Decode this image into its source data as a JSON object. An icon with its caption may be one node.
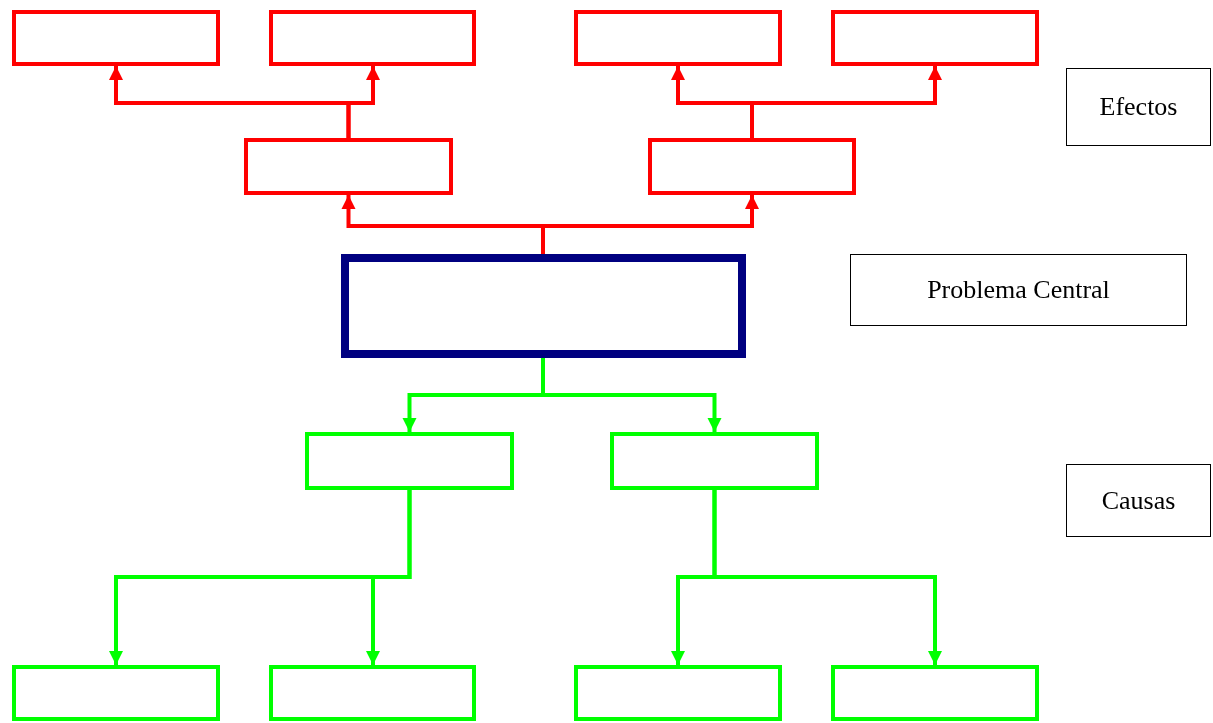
{
  "diagram": {
    "nodes": [
      {
        "text": [],
        "shape": "box"
      },
      {
        "text": [],
        "shape": "box"
      },
      {
        "text": [],
        "shape": "box"
      },
      {
        "text": [],
        "shape": "box"
      },
      {
        "text": [
          "Efectos"
        ]
      },
      {
        "text": [],
        "shape": "box"
      },
      {
        "text": [],
        "shape": "box"
      },
      {
        "text": [],
        "shape": "box"
      },
      {
        "text": [
          "Problema Central"
        ]
      },
      {
        "text": [],
        "shape": "box"
      },
      {
        "text": [],
        "shape": "box"
      },
      {
        "text": [
          "Causas"
        ]
      },
      {
        "text": [],
        "shape": "box"
      },
      {
        "text": [],
        "shape": "box"
      },
      {
        "text": [],
        "shape": "box"
      },
      {
        "text": [],
        "shape": "box"
      }
    ],
    "edges": [
      {
        "from": 7,
        "to": 5,
        "arrow": "to",
        "color": "#ff0000"
      },
      {
        "from": 7,
        "to": 6,
        "arrow": "to",
        "color": "#ff0000"
      },
      {
        "from": 5,
        "to": 0,
        "arrow": "to",
        "color": "#ff0000"
      },
      {
        "from": 5,
        "to": 1,
        "arrow": "to",
        "color": "#ff0000"
      },
      {
        "from": 6,
        "to": 2,
        "arrow": "to",
        "color": "#ff0000"
      },
      {
        "from": 6,
        "to": 3,
        "arrow": "to",
        "color": "#ff0000"
      },
      {
        "from": 7,
        "to": 9,
        "arrow": "to",
        "color": "#00ff00"
      },
      {
        "from": 7,
        "to": 10,
        "arrow": "to",
        "color": "#00ff00"
      },
      {
        "from": 9,
        "to": 12,
        "arrow": "to",
        "color": "#00ff00"
      },
      {
        "from": 9,
        "to": 13,
        "arrow": "to",
        "color": "#00ff00"
      },
      {
        "from": 10,
        "to": 14,
        "arrow": "to",
        "color": "#00ff00"
      },
      {
        "from": 10,
        "to": 15,
        "arrow": "to",
        "color": "#00ff00"
      }
    ]
  }
}
